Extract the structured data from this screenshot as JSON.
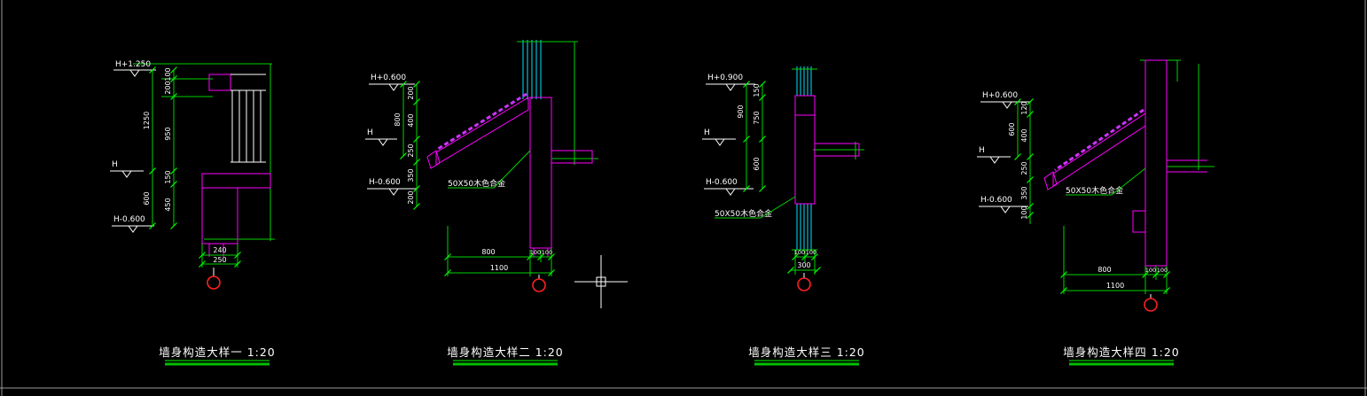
{
  "drawing": {
    "background": "#000000",
    "colors": {
      "dimension_lines": "#00d200",
      "geometry": "#ff00ff",
      "mullions": "#00e5ff",
      "hatch": "#d9d9d9",
      "detail_marker": "#ff2020",
      "tiles": "#cc33ff",
      "text": "#ffffff"
    }
  },
  "titles": [
    "墙身构造大样一 1:20",
    "墙身构造大样二 1:20",
    "墙身构造大样三 1:20",
    "墙身构造大样四 1:20"
  ],
  "details": [
    {
      "levels": {
        "top": "H+1.250",
        "mid": "H",
        "bottom": "H-0.600"
      },
      "vdims": [
        "100",
        "200",
        "950",
        "1250",
        "150",
        "450",
        "600"
      ],
      "hdims": [
        "240",
        "250"
      ]
    },
    {
      "levels": {
        "top": "H+0.600",
        "mid": "H",
        "bottom": "H-0.600"
      },
      "vdims": [
        "200",
        "400",
        "250",
        "350",
        "200",
        "800"
      ],
      "hdims": [
        "800",
        "100",
        "100",
        "1100"
      ],
      "annotation": "50X50木色合金"
    },
    {
      "levels": {
        "top": "H+0.900",
        "mid": "H",
        "bottom": "H-0.600"
      },
      "vdims": [
        "150",
        "750",
        "600",
        "900"
      ],
      "hdims": [
        "100",
        "100",
        "300"
      ],
      "annotation": "50X50木色合金"
    },
    {
      "levels": {
        "top": "H+0.600",
        "mid": "H",
        "bottom": "H-0.600"
      },
      "vdims": [
        "120",
        "400",
        "250",
        "350",
        "100",
        "600"
      ],
      "hdims": [
        "800",
        "100",
        "100",
        "1100"
      ],
      "annotation": "50X50木色合金"
    }
  ]
}
